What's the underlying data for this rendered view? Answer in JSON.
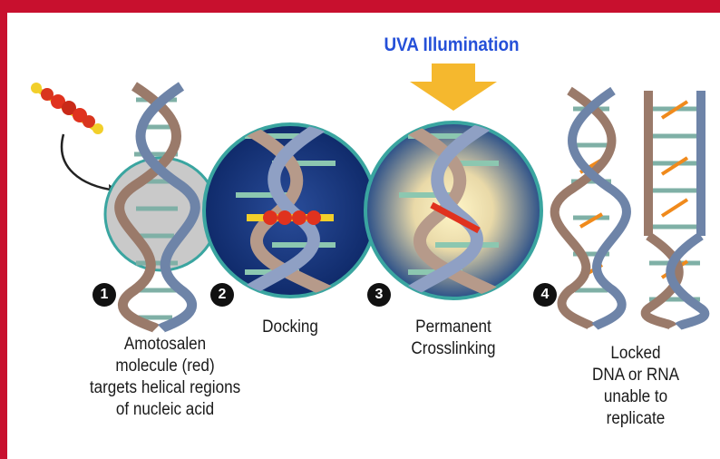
{
  "title": "UVA Illumination",
  "colors": {
    "frame": "#c8102e",
    "title": "#2550d8",
    "amotosalen": "#e0321e",
    "crosslink": "#f08a1c",
    "arrow": "#f5b82e",
    "backbone": "#6e84a8",
    "backbone_alt": "#9a7a6a"
  },
  "steps": [
    {
      "number": "1",
      "lines": [
        "Amotosalen",
        "molecule (red)",
        "targets helical regions",
        "of nucleic acid"
      ]
    },
    {
      "number": "2",
      "lines": [
        "Docking"
      ]
    },
    {
      "number": "3",
      "lines": [
        "Permanent",
        "Crosslinking"
      ]
    },
    {
      "number": "4",
      "lines": [
        "Locked",
        "DNA or RNA",
        "unable to",
        "replicate"
      ]
    }
  ]
}
